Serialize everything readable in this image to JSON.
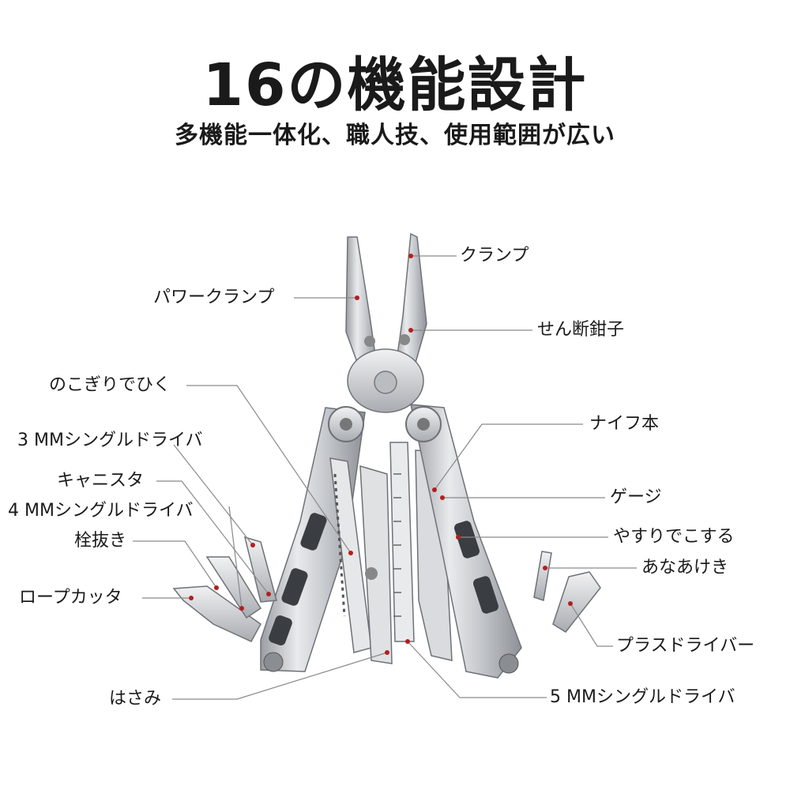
{
  "title": "16の機能設計",
  "subtitle": "多機能一体化、職人技、使用範囲が広い",
  "labels": {
    "clamp": "クランプ",
    "power_clamp": "パワークランプ",
    "wire_cutter": "せん断鉗子",
    "saw": "のこぎりでひく",
    "knife": "ナイフ本",
    "driver_3mm": "3 MMシングルドライバ",
    "canister": "キャニスタ",
    "gauge": "ゲージ",
    "driver_4mm": "4 MMシングルドライバ",
    "file": "やすりでこする",
    "bottle_opener": "栓抜き",
    "awl": "あなあけき",
    "rope_cutter": "ロープカッタ",
    "phillips": "プラスドライバー",
    "scissors": "はさみ",
    "driver_5mm": "5 MMシングルドライバ"
  }
}
